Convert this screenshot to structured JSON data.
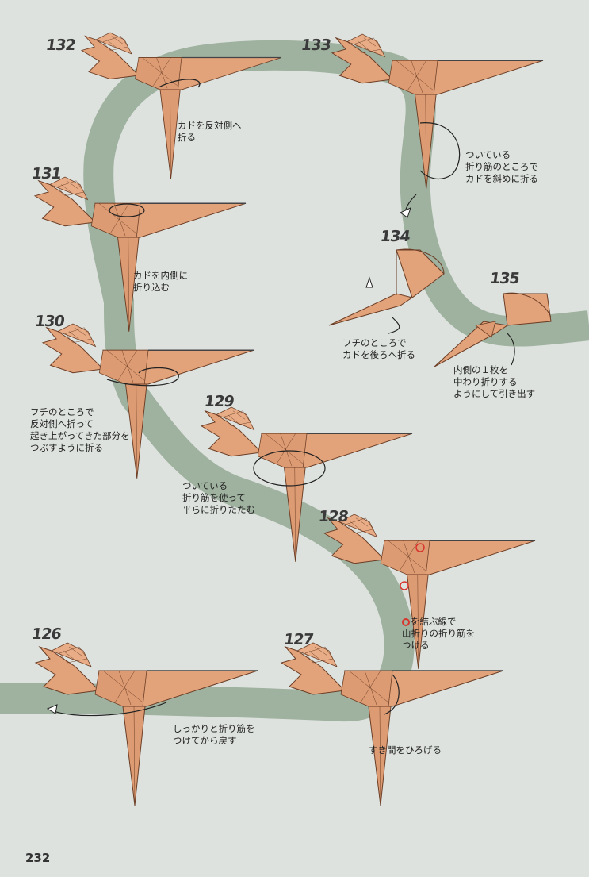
{
  "page_number": "232",
  "colors": {
    "background": "#dde2de",
    "path_band": "#9fb19f",
    "paper": "#e2a27a",
    "paper_dark": "#c98660",
    "crease": "#6b3d25",
    "marker": "#d8352e"
  },
  "steps": [
    {
      "number": "126",
      "caption": [
        "しっかりと折り筋を",
        "つけてから戻す"
      ]
    },
    {
      "number": "127",
      "caption": [
        "すき間をひろげる"
      ]
    },
    {
      "number": "128",
      "caption_marker": "red-circle",
      "caption": [
        "を結ぶ線で",
        "山折りの折り筋を",
        "つける"
      ]
    },
    {
      "number": "129",
      "caption": [
        "ついている",
        "折り筋を使って",
        "平らに折りたたむ"
      ]
    },
    {
      "number": "130",
      "caption": [
        "フチのところで",
        "反対側へ折って",
        "起き上がってきた部分を",
        "つぶすように折る"
      ]
    },
    {
      "number": "131",
      "caption": [
        "カドを内側に",
        "折り込む"
      ]
    },
    {
      "number": "132",
      "caption": [
        "カドを反対側へ",
        "折る"
      ]
    },
    {
      "number": "133",
      "caption": [
        "ついている",
        "折り筋のところで",
        "カドを斜めに折る"
      ]
    },
    {
      "number": "134",
      "caption": [
        "フチのところで",
        "カドを後ろへ折る"
      ]
    },
    {
      "number": "135",
      "caption": [
        "内側の１枚を",
        "中わり折りする",
        "ようにして引き出す"
      ]
    }
  ]
}
